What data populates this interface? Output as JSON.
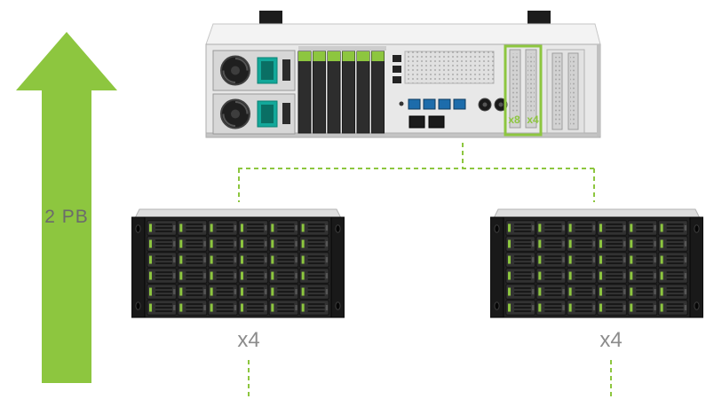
{
  "diagram": {
    "accent_color": "#8dc63f",
    "label_color": "#8c8c8c",
    "capacity_label_color": "#6b6b6b",
    "capacity_label": "2 PB",
    "nas": {
      "slot_labels": [
        "x8",
        "x4"
      ]
    },
    "expansions": [
      {
        "count_label": "x4"
      },
      {
        "count_label": "x4"
      }
    ]
  }
}
